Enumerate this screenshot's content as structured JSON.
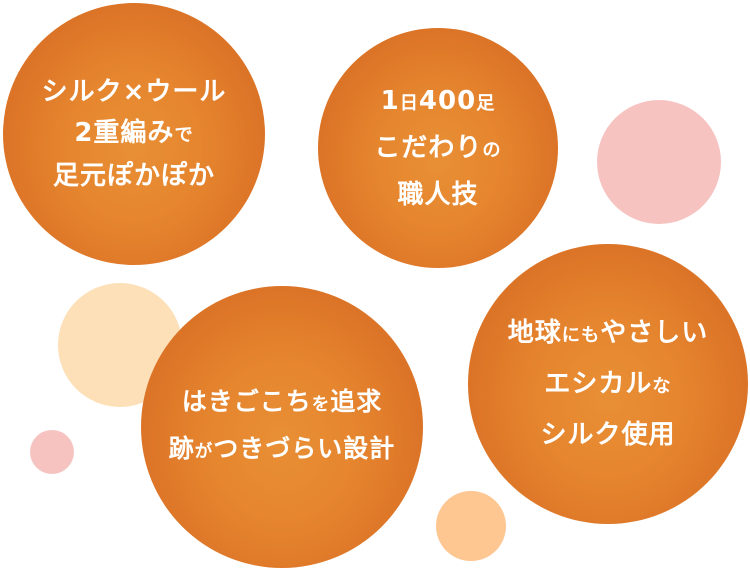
{
  "colors": {
    "bubble_orange": "#e0782a",
    "pink_dot": "#f6c3c1",
    "peach_dot_light": "#fde0b8",
    "peach_dot": "#fec690",
    "text": "#ffffff"
  },
  "bubbles": [
    {
      "lines": [
        {
          "main": "シルク×ウール",
          "small": ""
        },
        {
          "main": "2重編み",
          "small": "で"
        },
        {
          "main": "足元ぽかぽか",
          "small": ""
        }
      ]
    },
    {
      "lines": [
        {
          "pre": "1",
          "pre_small": "日",
          "main": "400",
          "small": "足"
        },
        {
          "main": "こだわり",
          "small": "の"
        },
        {
          "main": "職人技",
          "small": ""
        }
      ]
    },
    {
      "lines": [
        {
          "main": "はきごこち",
          "small": "を",
          "post": "追求"
        },
        {
          "main": "跡",
          "small": "が",
          "post": "つきづらい設計"
        }
      ]
    },
    {
      "lines": [
        {
          "main": "地球",
          "small": "にも",
          "post": "やさしい"
        },
        {
          "main": "エシカル",
          "small": "な"
        },
        {
          "main": "シルク使用",
          "small": ""
        }
      ]
    }
  ]
}
